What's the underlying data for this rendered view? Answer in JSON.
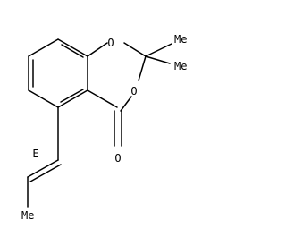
{
  "molecule": {
    "atom_labels": {
      "o_ring_top": "O",
      "o_ring_bottom": "O",
      "o_carbonyl": "O",
      "methyl_top": "Me",
      "methyl_right": "Me",
      "methyl_chain": "Me",
      "stereo_e": "E"
    }
  }
}
